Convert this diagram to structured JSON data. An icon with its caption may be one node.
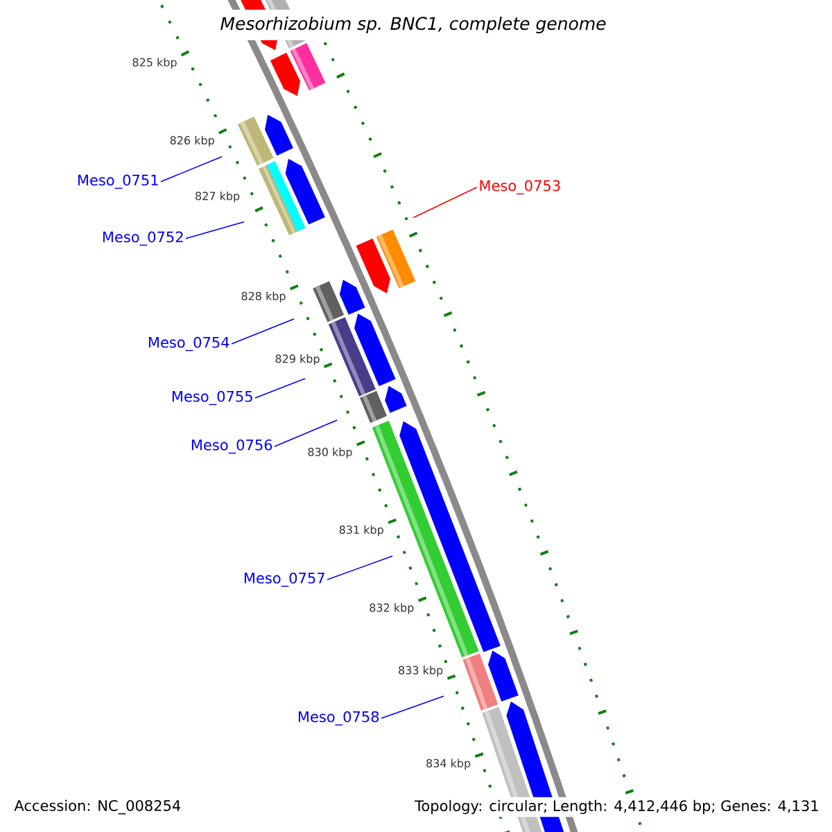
{
  "diagram": {
    "title": "Mesorhizobium sp. BNC1, complete genome",
    "nodes": [
      {
        "text": [
          "Meso_0751"
        ]
      },
      {
        "text": [
          "Meso_0753"
        ]
      },
      {
        "text": [
          "Meso_0752"
        ]
      },
      {
        "text": [
          "Meso_0754"
        ]
      },
      {
        "text": [
          "Meso_0755"
        ]
      },
      {
        "text": [
          "Meso_0756"
        ]
      },
      {
        "text": [
          "Meso_0757"
        ]
      },
      {
        "text": [
          "Meso_0758"
        ]
      }
    ],
    "edges": [
      {
        "from": 0,
        "to": null,
        "arrow": "none"
      },
      {
        "from": 1,
        "to": null,
        "arrow": "none",
        "color": "#ff0000"
      },
      {
        "from": 2,
        "to": null,
        "arrow": "none"
      },
      {
        "from": 3,
        "to": null,
        "arrow": "none"
      },
      {
        "from": 4,
        "to": null,
        "arrow": "none"
      },
      {
        "from": 5,
        "to": null,
        "arrow": "none"
      },
      {
        "from": 6,
        "to": null,
        "arrow": "none"
      },
      {
        "from": 7,
        "to": null,
        "arrow": "none"
      }
    ],
    "labels": [
      "825 kbp",
      "826 kbp",
      "827 kbp",
      "828 kbp",
      "829 kbp",
      "830 kbp",
      "831 kbp",
      "832 kbp",
      "833 kbp",
      "834 kbp",
      "Accession: NC_008254",
      "Topology: circular; Length: 4,412,446 bp; Genes: 4,131"
    ]
  }
}
